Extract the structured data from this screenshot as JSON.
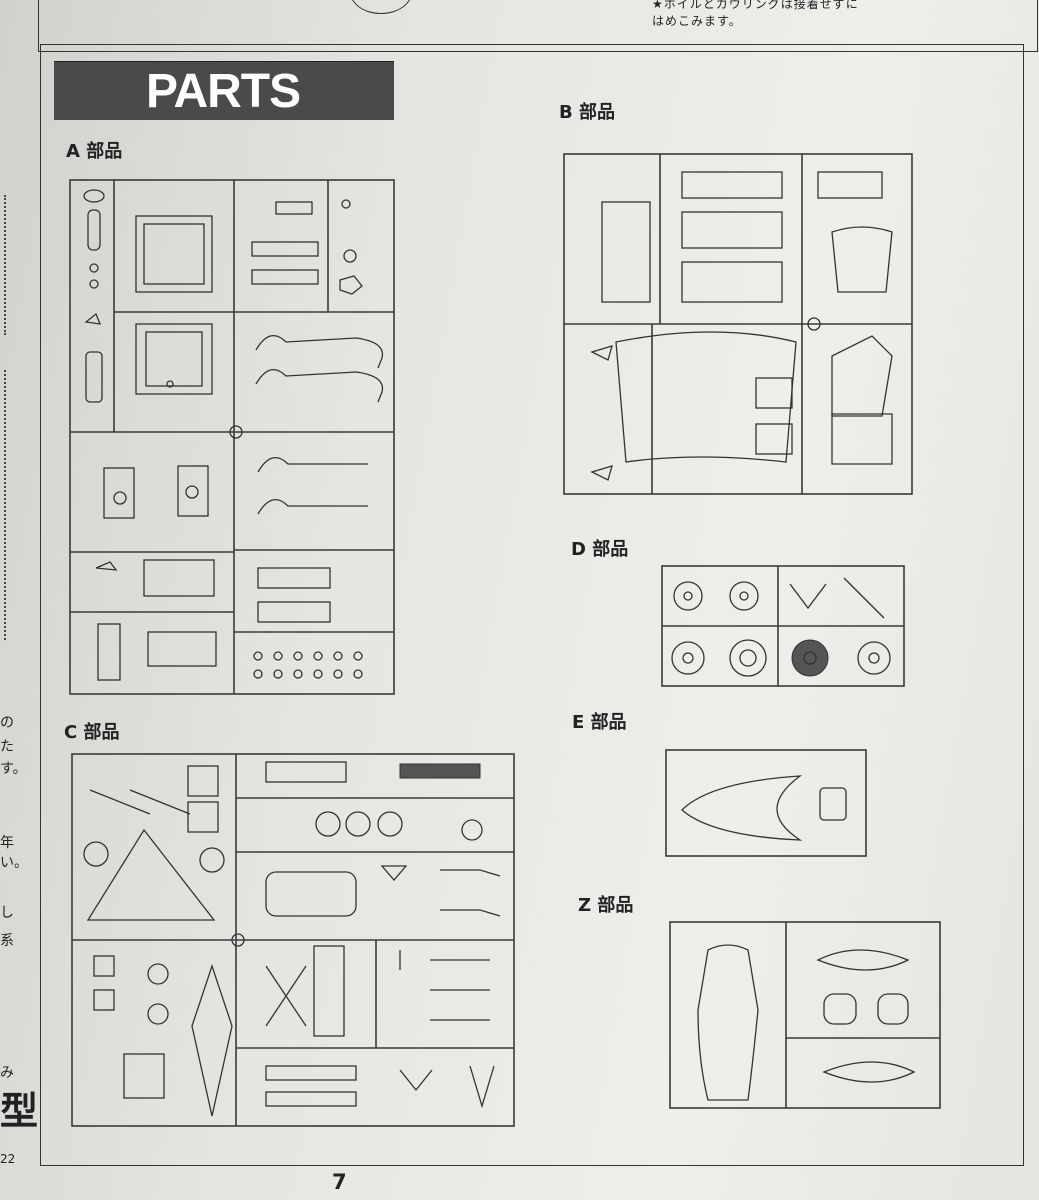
{
  "top_note": {
    "line1": "★ホイルとカウリングは接着せずに",
    "line2": "はめこみます。"
  },
  "header": {
    "title": "PARTS"
  },
  "sprues": {
    "A": "A 部品",
    "B": "B 部品",
    "C": "C 部品",
    "D": "D 部品",
    "E": "E 部品",
    "Z": "Z 部品"
  },
  "left_margin": {
    "fragments": [
      "の",
      "た",
      "す。",
      "年",
      "い。",
      "し",
      "系",
      "み"
    ],
    "mark": "型",
    "ref": "22"
  },
  "page_number": "7"
}
